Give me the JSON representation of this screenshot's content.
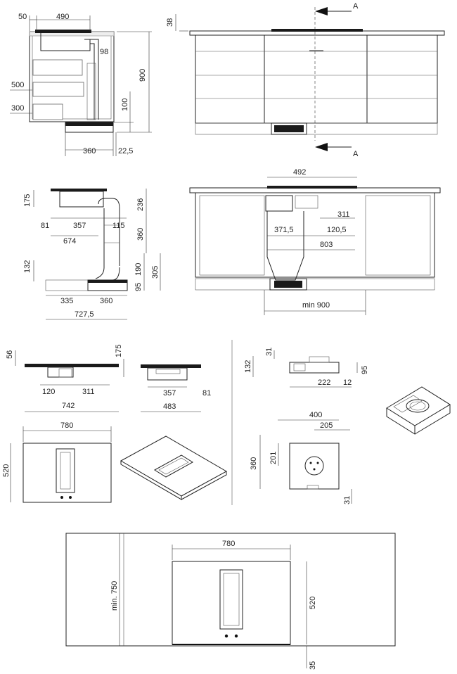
{
  "panel_side": {
    "labels": [
      "50",
      "490",
      "98",
      "900",
      "500",
      "300",
      "100",
      "360",
      "22,5"
    ]
  },
  "panel_front": {
    "label_38": "38",
    "section_marker": "A"
  },
  "panel_profile": {
    "labels": [
      "175",
      "236",
      "81",
      "357",
      "115",
      "674",
      "360",
      "132",
      "190",
      "305",
      "95",
      "335",
      "360",
      "727,5"
    ]
  },
  "panel_section": {
    "labels": [
      "492",
      "311",
      "371,5",
      "120,5",
      "803",
      "min 900"
    ]
  },
  "panel_hob_side": {
    "labels": [
      "56",
      "175",
      "120",
      "311",
      "742"
    ]
  },
  "panel_hob_end": {
    "labels": [
      "357",
      "81",
      "483"
    ]
  },
  "panel_filter_side": {
    "labels": [
      "31",
      "132",
      "95",
      "222",
      "12"
    ]
  },
  "panel_hob_top": {
    "labels": [
      "780",
      "520"
    ]
  },
  "panel_filter_top": {
    "labels": [
      "400",
      "205",
      "360",
      "201",
      "31"
    ]
  },
  "panel_cutout": {
    "labels": [
      "780",
      "min. 750",
      "520",
      "35"
    ]
  }
}
